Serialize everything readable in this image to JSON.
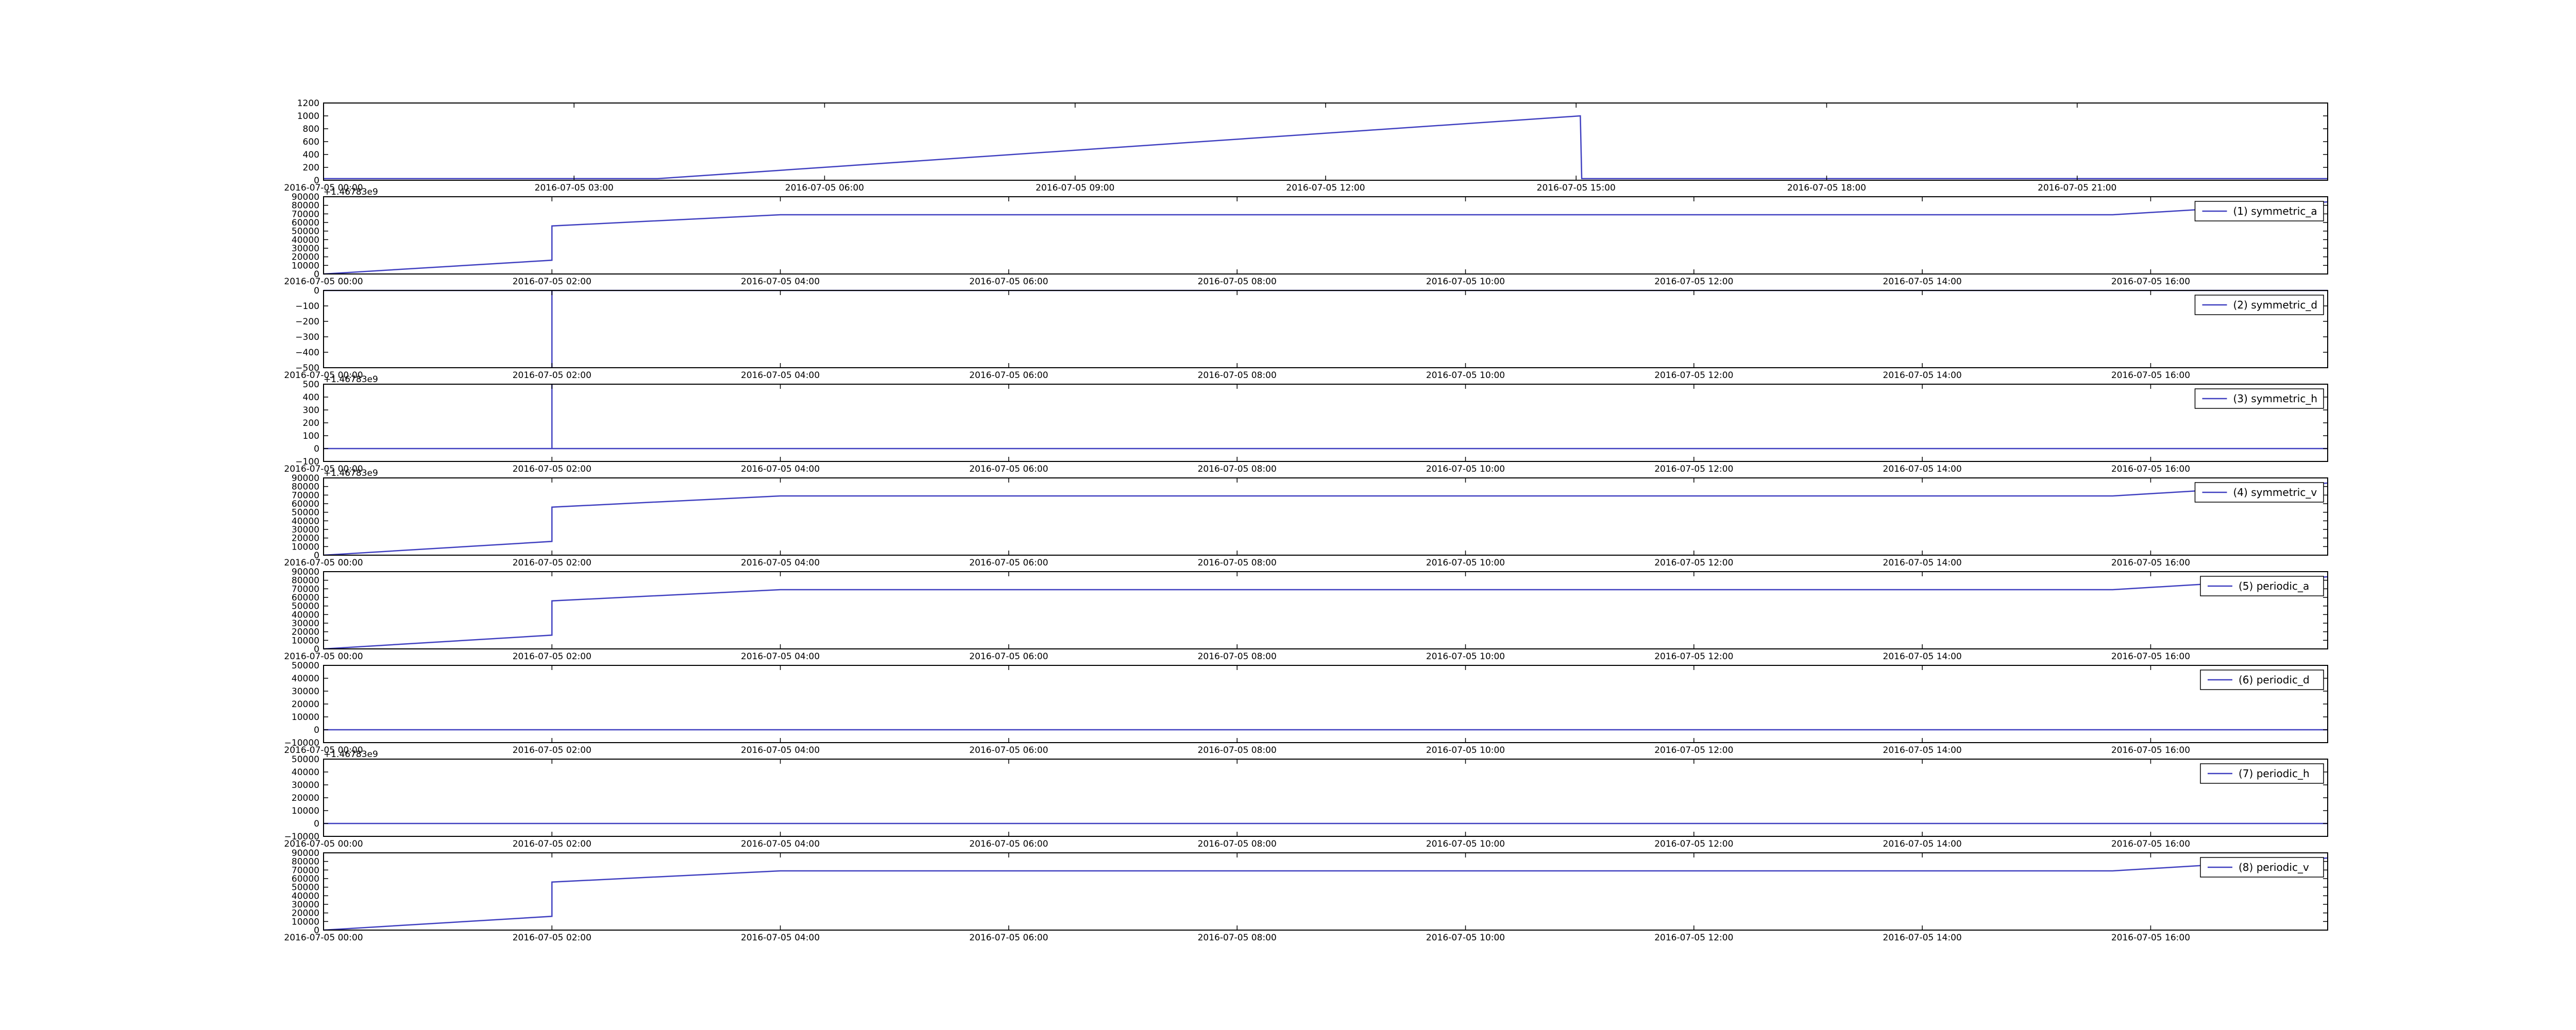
{
  "chart_data": [
    {
      "type": "line",
      "title": "",
      "xlabel": "",
      "ylabel": "",
      "xticks": [
        "2016-07-05 00:00",
        "2016-07-05 03:00",
        "2016-07-05 06:00",
        "2016-07-05 09:00",
        "2016-07-05 12:00",
        "2016-07-05 15:00",
        "2016-07-05 18:00",
        "2016-07-05 21:00"
      ],
      "xlim": [
        "2016-07-05 00:00",
        "2016-07-05 24:00"
      ],
      "yticks": [
        "0",
        "200",
        "400",
        "600",
        "800",
        "1000",
        "1200"
      ],
      "ylim": [
        0,
        1200
      ],
      "offset_text": "",
      "legend": null,
      "series": [
        {
          "x": [
            "2016-07-05 00:00",
            "2016-07-05 04:00",
            "2016-07-05 15:03",
            "2016-07-05 15:04",
            "2016-07-05 24:00"
          ],
          "values": [
            25,
            25,
            1000,
            25,
            25
          ]
        }
      ]
    },
    {
      "type": "line",
      "title": "",
      "xlabel": "",
      "ylabel": "",
      "xticks": [
        "2016-07-05 00:00",
        "2016-07-05 02:00",
        "2016-07-05 04:00",
        "2016-07-05 06:00",
        "2016-07-05 08:00",
        "2016-07-05 10:00",
        "2016-07-05 12:00",
        "2016-07-05 14:00",
        "2016-07-05 16:00"
      ],
      "xlim": [
        "2016-07-05 00:00",
        "2016-07-05 17:33"
      ],
      "yticks": [
        "0",
        "10000",
        "20000",
        "30000",
        "40000",
        "50000",
        "60000",
        "70000",
        "80000",
        "90000"
      ],
      "ylim": [
        0,
        90000
      ],
      "offset_text": "+1.46783e9",
      "legend": "(1) symmetric_a",
      "series": [
        {
          "name": "(1) symmetric_a",
          "x": [
            "2016-07-05 00:00",
            "2016-07-05 02:00",
            "2016-07-05 02:00",
            "2016-07-05 04:00",
            "2016-07-05 15:40",
            "2016-07-05 17:33"
          ],
          "values": [
            0,
            16000,
            56000,
            69000,
            69000,
            84000
          ]
        }
      ]
    },
    {
      "type": "line",
      "title": "",
      "xlabel": "",
      "ylabel": "",
      "xticks": [
        "2016-07-05 00:00",
        "2016-07-05 02:00",
        "2016-07-05 04:00",
        "2016-07-05 06:00",
        "2016-07-05 08:00",
        "2016-07-05 10:00",
        "2016-07-05 12:00",
        "2016-07-05 14:00",
        "2016-07-05 16:00"
      ],
      "xlim": [
        "2016-07-05 00:00",
        "2016-07-05 17:33"
      ],
      "yticks": [
        "−500",
        "−400",
        "−300",
        "−200",
        "−100",
        "0"
      ],
      "ylim": [
        -500,
        0
      ],
      "offset_text": "",
      "legend": "(2) symmetric_d",
      "series": [
        {
          "name": "(2) symmetric_d",
          "x": [
            "2016-07-05 00:00",
            "2016-07-05 02:00",
            "2016-07-05 02:00",
            "2016-07-05 02:00",
            "2016-07-05 17:33"
          ],
          "values": [
            0,
            0,
            -500,
            0,
            0
          ]
        }
      ]
    },
    {
      "type": "line",
      "title": "",
      "xlabel": "",
      "ylabel": "",
      "xticks": [
        "2016-07-05 00:00",
        "2016-07-05 02:00",
        "2016-07-05 04:00",
        "2016-07-05 06:00",
        "2016-07-05 08:00",
        "2016-07-05 10:00",
        "2016-07-05 12:00",
        "2016-07-05 14:00",
        "2016-07-05 16:00"
      ],
      "xlim": [
        "2016-07-05 00:00",
        "2016-07-05 17:33"
      ],
      "yticks": [
        "−100",
        "0",
        "100",
        "200",
        "300",
        "400",
        "500"
      ],
      "ylim": [
        -100,
        500
      ],
      "offset_text": "+1.46783e9",
      "legend": "(3) symmetric_h",
      "series": [
        {
          "name": "(3) symmetric_h",
          "x": [
            "2016-07-05 00:00",
            "2016-07-05 02:00",
            "2016-07-05 02:00",
            "2016-07-05 02:00",
            "2016-07-05 17:33"
          ],
          "values": [
            0,
            0,
            500,
            0,
            0
          ]
        }
      ]
    },
    {
      "type": "line",
      "title": "",
      "xlabel": "",
      "ylabel": "",
      "xticks": [
        "2016-07-05 00:00",
        "2016-07-05 02:00",
        "2016-07-05 04:00",
        "2016-07-05 06:00",
        "2016-07-05 08:00",
        "2016-07-05 10:00",
        "2016-07-05 12:00",
        "2016-07-05 14:00",
        "2016-07-05 16:00"
      ],
      "xlim": [
        "2016-07-05 00:00",
        "2016-07-05 17:33"
      ],
      "yticks": [
        "0",
        "10000",
        "20000",
        "30000",
        "40000",
        "50000",
        "60000",
        "70000",
        "80000",
        "90000"
      ],
      "ylim": [
        0,
        90000
      ],
      "offset_text": "+1.46783e9",
      "legend": "(4) symmetric_v",
      "series": [
        {
          "name": "(4) symmetric_v",
          "x": [
            "2016-07-05 00:00",
            "2016-07-05 02:00",
            "2016-07-05 02:00",
            "2016-07-05 04:00",
            "2016-07-05 15:40",
            "2016-07-05 17:33"
          ],
          "values": [
            0,
            16000,
            56000,
            69000,
            69000,
            84000
          ]
        }
      ]
    },
    {
      "type": "line",
      "title": "",
      "xlabel": "",
      "ylabel": "",
      "xticks": [
        "2016-07-05 00:00",
        "2016-07-05 02:00",
        "2016-07-05 04:00",
        "2016-07-05 06:00",
        "2016-07-05 08:00",
        "2016-07-05 10:00",
        "2016-07-05 12:00",
        "2016-07-05 14:00",
        "2016-07-05 16:00"
      ],
      "xlim": [
        "2016-07-05 00:00",
        "2016-07-05 17:33"
      ],
      "yticks": [
        "0",
        "10000",
        "20000",
        "30000",
        "40000",
        "50000",
        "60000",
        "70000",
        "80000",
        "90000"
      ],
      "ylim": [
        0,
        90000
      ],
      "offset_text": "",
      "legend": "(5) periodic_a",
      "series": [
        {
          "name": "(5) periodic_a",
          "x": [
            "2016-07-05 00:00",
            "2016-07-05 02:00",
            "2016-07-05 02:00",
            "2016-07-05 04:00",
            "2016-07-05 15:40",
            "2016-07-05 17:33"
          ],
          "values": [
            0,
            16000,
            56000,
            69000,
            69000,
            84000
          ]
        }
      ]
    },
    {
      "type": "line",
      "title": "",
      "xlabel": "",
      "ylabel": "",
      "xticks": [
        "2016-07-05 00:00",
        "2016-07-05 02:00",
        "2016-07-05 04:00",
        "2016-07-05 06:00",
        "2016-07-05 08:00",
        "2016-07-05 10:00",
        "2016-07-05 12:00",
        "2016-07-05 14:00",
        "2016-07-05 16:00"
      ],
      "xlim": [
        "2016-07-05 00:00",
        "2016-07-05 17:33"
      ],
      "yticks": [
        "−10000",
        "0",
        "10000",
        "20000",
        "30000",
        "40000",
        "50000"
      ],
      "ylim": [
        -10000,
        50000
      ],
      "offset_text": "",
      "legend": "(6) periodic_d",
      "series": [
        {
          "name": "(6) periodic_d",
          "x": [
            "2016-07-05 00:00",
            "2016-07-05 17:33"
          ],
          "values": [
            0,
            0
          ]
        }
      ]
    },
    {
      "type": "line",
      "title": "",
      "xlabel": "",
      "ylabel": "",
      "xticks": [
        "2016-07-05 00:00",
        "2016-07-05 02:00",
        "2016-07-05 04:00",
        "2016-07-05 06:00",
        "2016-07-05 08:00",
        "2016-07-05 10:00",
        "2016-07-05 12:00",
        "2016-07-05 14:00",
        "2016-07-05 16:00"
      ],
      "xlim": [
        "2016-07-05 00:00",
        "2016-07-05 17:33"
      ],
      "yticks": [
        "−10000",
        "0",
        "10000",
        "20000",
        "30000",
        "40000",
        "50000"
      ],
      "ylim": [
        -10000,
        50000
      ],
      "offset_text": "+1.46783e9",
      "legend": "(7) periodic_h",
      "series": [
        {
          "name": "(7) periodic_h",
          "x": [
            "2016-07-05 00:00",
            "2016-07-05 17:33"
          ],
          "values": [
            0,
            0
          ]
        }
      ]
    },
    {
      "type": "line",
      "title": "",
      "xlabel": "",
      "ylabel": "",
      "xticks": [
        "2016-07-05 00:00",
        "2016-07-05 02:00",
        "2016-07-05 04:00",
        "2016-07-05 06:00",
        "2016-07-05 08:00",
        "2016-07-05 10:00",
        "2016-07-05 12:00",
        "2016-07-05 14:00",
        "2016-07-05 16:00"
      ],
      "xlim": [
        "2016-07-05 00:00",
        "2016-07-05 17:33"
      ],
      "yticks": [
        "0",
        "10000",
        "20000",
        "30000",
        "40000",
        "50000",
        "60000",
        "70000",
        "80000",
        "90000"
      ],
      "ylim": [
        0,
        90000
      ],
      "offset_text": "",
      "legend": "(8) periodic_v",
      "series": [
        {
          "name": "(8) periodic_v",
          "x": [
            "2016-07-05 00:00",
            "2016-07-05 02:00",
            "2016-07-05 02:00",
            "2016-07-05 04:00",
            "2016-07-05 15:40",
            "2016-07-05 17:33"
          ],
          "values": [
            0,
            16000,
            56000,
            69000,
            69000,
            84000
          ]
        }
      ]
    }
  ],
  "colors": {
    "line": "#4040c0",
    "axes": "#000000",
    "background": "#ffffff"
  }
}
